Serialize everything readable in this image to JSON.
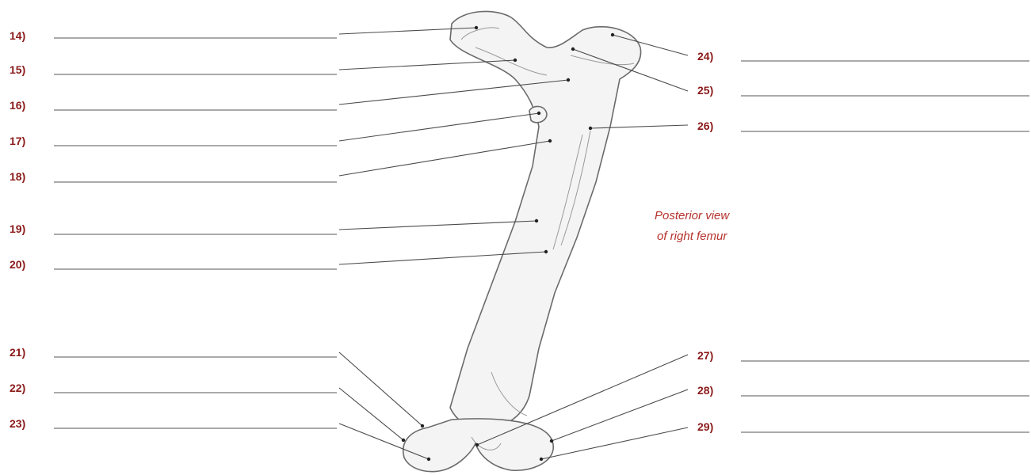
{
  "caption": {
    "line1": "Posterior view",
    "line2": "of right femur"
  },
  "labels_left": [
    {
      "number": "14)",
      "answer": ""
    },
    {
      "number": "15)",
      "answer": ""
    },
    {
      "number": "16)",
      "answer": ""
    },
    {
      "number": "17)",
      "answer": ""
    },
    {
      "number": "18)",
      "answer": ""
    },
    {
      "number": "19)",
      "answer": ""
    },
    {
      "number": "20)",
      "answer": ""
    },
    {
      "number": "21)",
      "answer": ""
    },
    {
      "number": "22)",
      "answer": ""
    },
    {
      "number": "23)",
      "answer": ""
    }
  ],
  "labels_right": [
    {
      "number": "24)",
      "answer": ""
    },
    {
      "number": "25)",
      "answer": ""
    },
    {
      "number": "26)",
      "answer": ""
    },
    {
      "number": "27)",
      "answer": ""
    },
    {
      "number": "28)",
      "answer": ""
    },
    {
      "number": "29)",
      "answer": ""
    }
  ],
  "colors": {
    "label_number": "#8b1a1a",
    "caption": "#b5322c"
  }
}
